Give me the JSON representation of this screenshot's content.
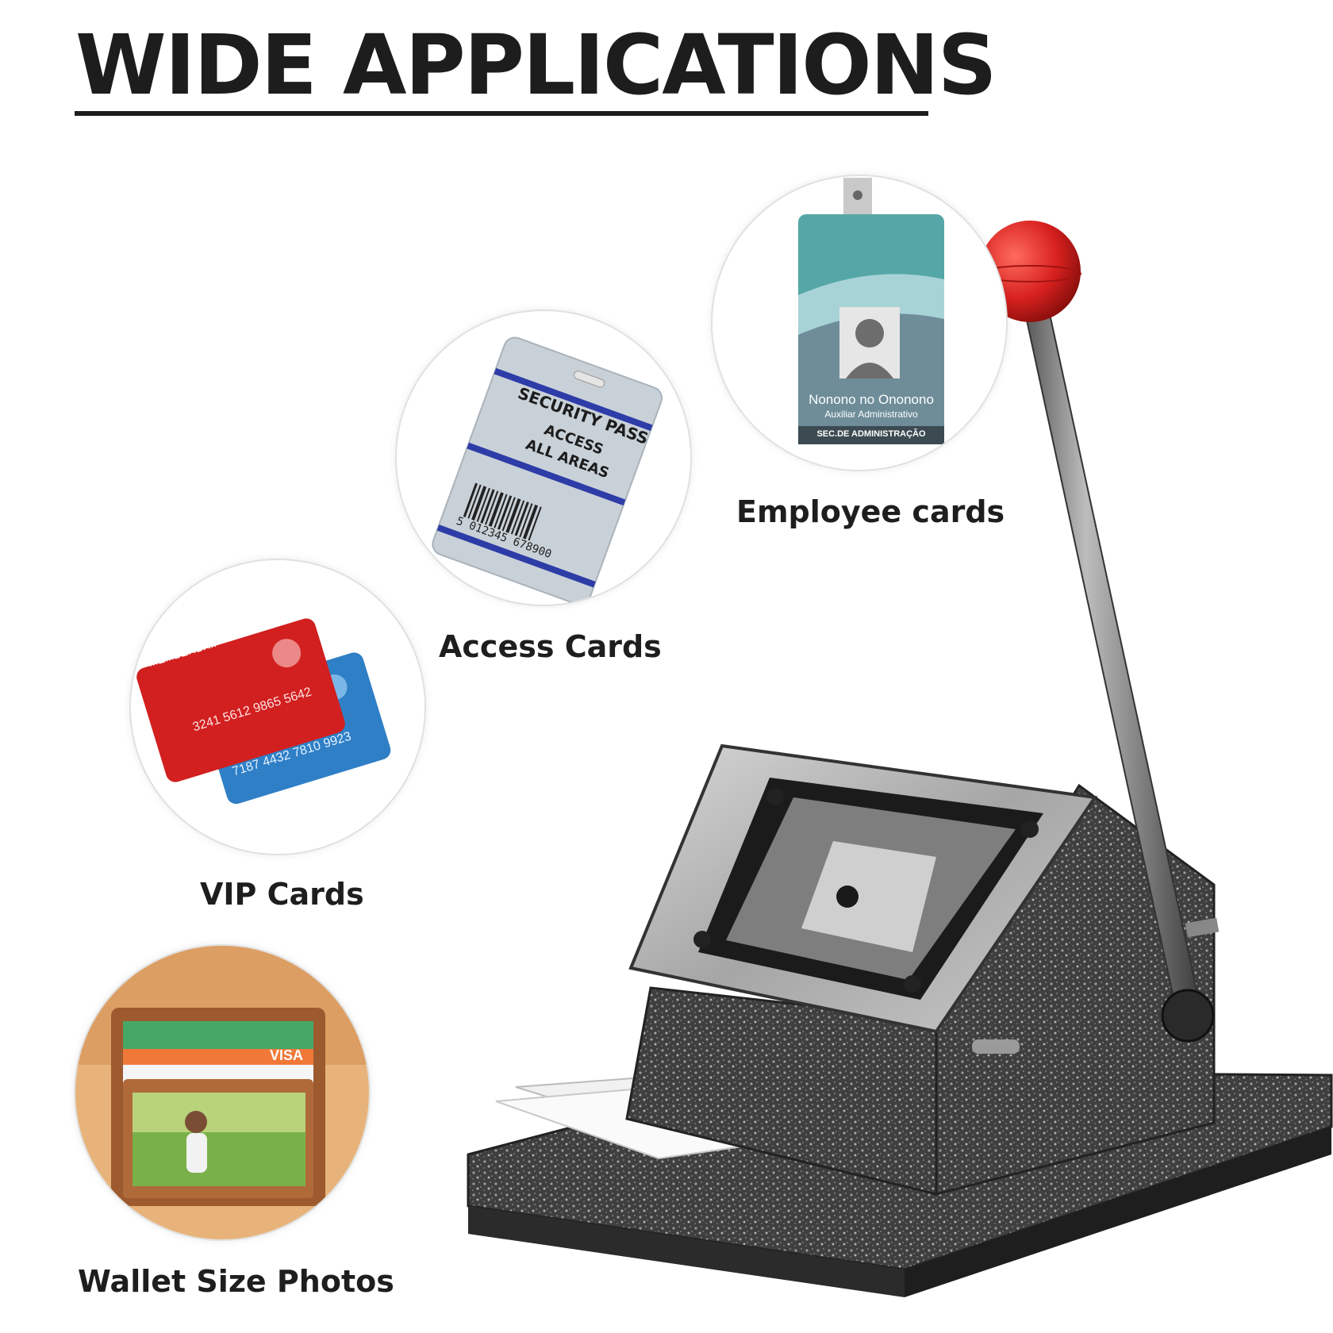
{
  "heading": "WIDE APPLICATIONS",
  "applications": [
    {
      "label": "Employee cards",
      "icon": "employee-id-card-icon"
    },
    {
      "label": "Access Cards",
      "icon": "security-pass-card-icon"
    },
    {
      "label": "VIP Cards",
      "icon": "membership-cards-icon"
    },
    {
      "label": "Wallet Size Photos",
      "icon": "wallet-photo-icon"
    }
  ],
  "employee_card": {
    "name": "Nonono no Ononono",
    "role": "Auxiliar Administrativo",
    "department": "SEC.DE ADMINISTRAÇÃO"
  },
  "access_card": {
    "line1": "SECURITY PASS",
    "line2": "ACCESS",
    "line3": "ALL AREAS",
    "barcode": "5 012345 678900"
  },
  "vip_cards": {
    "red_title": "MEMBERSHIP",
    "red_number": "3241 5612 9865 5642",
    "blue_number": "7187 4432 7810 9923"
  },
  "wallet": {
    "card_brand": "VISA"
  },
  "colors": {
    "lever_knob": "#d8211f",
    "machine_body": "#3d3d3d",
    "heading": "#1d1d1d"
  }
}
